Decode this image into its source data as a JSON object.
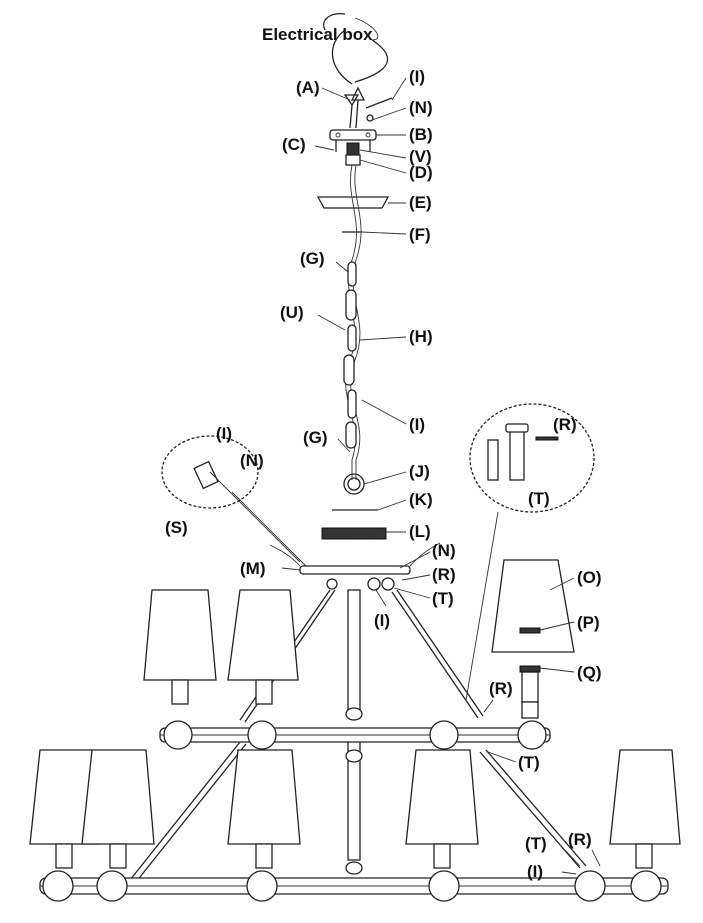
{
  "title": "Electrical box",
  "parts": [
    {
      "key": "A",
      "label": "(A)"
    },
    {
      "key": "I_top",
      "label": "(I)"
    },
    {
      "key": "N_top",
      "label": "(N)"
    },
    {
      "key": "B",
      "label": "(B)"
    },
    {
      "key": "C",
      "label": "(C)"
    },
    {
      "key": "V",
      "label": "(V)"
    },
    {
      "key": "D",
      "label": "(D)"
    },
    {
      "key": "E",
      "label": "(E)"
    },
    {
      "key": "F",
      "label": "(F)"
    },
    {
      "key": "G_top",
      "label": "(G)"
    },
    {
      "key": "U",
      "label": "(U)"
    },
    {
      "key": "H",
      "label": "(H)"
    },
    {
      "key": "I_chain",
      "label": "(I)"
    },
    {
      "key": "G_low",
      "label": "(G)"
    },
    {
      "key": "J",
      "label": "(J)"
    },
    {
      "key": "K",
      "label": "(K)"
    },
    {
      "key": "L",
      "label": "(L)"
    },
    {
      "key": "M",
      "label": "(M)"
    },
    {
      "key": "N_mid",
      "label": "(N)"
    },
    {
      "key": "R_mid",
      "label": "(R)"
    },
    {
      "key": "T_mid",
      "label": "(T)"
    },
    {
      "key": "I_mid",
      "label": "(I)"
    },
    {
      "key": "O",
      "label": "(O)"
    },
    {
      "key": "P",
      "label": "(P)"
    },
    {
      "key": "Q",
      "label": "(Q)"
    },
    {
      "key": "R_arm",
      "label": "(R)"
    },
    {
      "key": "T_arm",
      "label": "(T)"
    },
    {
      "key": "T_low",
      "label": "(T)"
    },
    {
      "key": "R_low",
      "label": "(R)"
    },
    {
      "key": "I_low",
      "label": "(I)"
    },
    {
      "key": "I_det",
      "label": "(I)"
    },
    {
      "key": "N_det",
      "label": "(N)"
    },
    {
      "key": "S_det",
      "label": "(S)"
    },
    {
      "key": "R_det",
      "label": "(R)"
    },
    {
      "key": "T_det",
      "label": "(T)"
    }
  ]
}
